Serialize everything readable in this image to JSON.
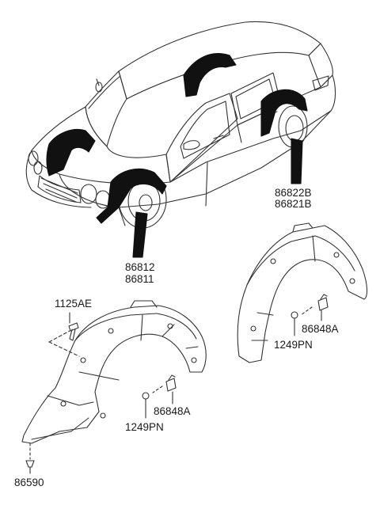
{
  "labels": {
    "rear_liner_part_b": "86822B",
    "rear_liner_part_a": "86821B",
    "front_liner_part_2": "86812",
    "front_liner_part_1": "86811",
    "bolt_part": "1125AE",
    "clip_rear_part": "86848A",
    "screw_rear_part": "1249PN",
    "clip_front_part": "86848A",
    "screw_front_part": "1249PN",
    "grommet_part": "86590"
  }
}
